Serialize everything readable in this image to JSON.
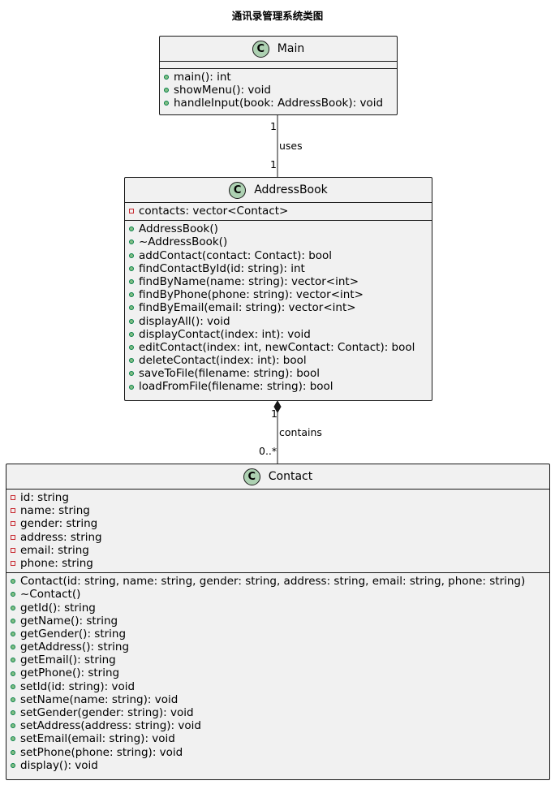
{
  "diagram": {
    "title": "通讯录管理系统类图",
    "classes": {
      "main": {
        "icon": "C",
        "name": "Main",
        "attributes": [],
        "methods": [
          {
            "vis": "public",
            "text": "main(): int"
          },
          {
            "vis": "public",
            "text": "showMenu(): void"
          },
          {
            "vis": "public",
            "text": "handleInput(book: AddressBook): void"
          }
        ]
      },
      "address_book": {
        "icon": "C",
        "name": "AddressBook",
        "attributes": [
          {
            "vis": "private",
            "text": "contacts: vector<Contact>"
          }
        ],
        "methods": [
          {
            "vis": "public",
            "text": "AddressBook()"
          },
          {
            "vis": "public",
            "text": "~AddressBook()"
          },
          {
            "vis": "public",
            "text": "addContact(contact: Contact): bool"
          },
          {
            "vis": "public",
            "text": "findContactById(id: string): int"
          },
          {
            "vis": "public",
            "text": "findByName(name: string): vector<int>"
          },
          {
            "vis": "public",
            "text": "findByPhone(phone: string): vector<int>"
          },
          {
            "vis": "public",
            "text": "findByEmail(email: string): vector<int>"
          },
          {
            "vis": "public",
            "text": "displayAll(): void"
          },
          {
            "vis": "public",
            "text": "displayContact(index: int): void"
          },
          {
            "vis": "public",
            "text": "editContact(index: int, newContact: Contact): bool"
          },
          {
            "vis": "public",
            "text": "deleteContact(index: int): bool"
          },
          {
            "vis": "public",
            "text": "saveToFile(filename: string): bool"
          },
          {
            "vis": "public",
            "text": "loadFromFile(filename: string): bool"
          }
        ]
      },
      "contact": {
        "icon": "C",
        "name": "Contact",
        "attributes": [
          {
            "vis": "private",
            "text": "id: string"
          },
          {
            "vis": "private",
            "text": "name: string"
          },
          {
            "vis": "private",
            "text": "gender: string"
          },
          {
            "vis": "private",
            "text": "address: string"
          },
          {
            "vis": "private",
            "text": "email: string"
          },
          {
            "vis": "private",
            "text": "phone: string"
          }
        ],
        "methods": [
          {
            "vis": "public",
            "text": "Contact(id: string, name: string, gender: string, address: string, email: string, phone: string)"
          },
          {
            "vis": "public",
            "text": "~Contact()"
          },
          {
            "vis": "public",
            "text": "getId(): string"
          },
          {
            "vis": "public",
            "text": "getName(): string"
          },
          {
            "vis": "public",
            "text": "getGender(): string"
          },
          {
            "vis": "public",
            "text": "getAddress(): string"
          },
          {
            "vis": "public",
            "text": "getEmail(): string"
          },
          {
            "vis": "public",
            "text": "getPhone(): string"
          },
          {
            "vis": "public",
            "text": "setId(id: string): void"
          },
          {
            "vis": "public",
            "text": "setName(name: string): void"
          },
          {
            "vis": "public",
            "text": "setGender(gender: string): void"
          },
          {
            "vis": "public",
            "text": "setAddress(address: string): void"
          },
          {
            "vis": "public",
            "text": "setEmail(email: string): void"
          },
          {
            "vis": "public",
            "text": "setPhone(phone: string): void"
          },
          {
            "vis": "public",
            "text": "display(): void"
          }
        ]
      }
    },
    "relations": {
      "uses": {
        "label": "uses",
        "from_multiplicity": "1",
        "to_multiplicity": "1"
      },
      "contains": {
        "label": "contains",
        "from_multiplicity": "1",
        "to_multiplicity": "0..*"
      }
    },
    "colors": {
      "box_fill": "#f1f1f1",
      "border": "#181818",
      "class_icon": "#add1b2",
      "public_dot": "#84be84",
      "private_square": "#c82930"
    }
  }
}
